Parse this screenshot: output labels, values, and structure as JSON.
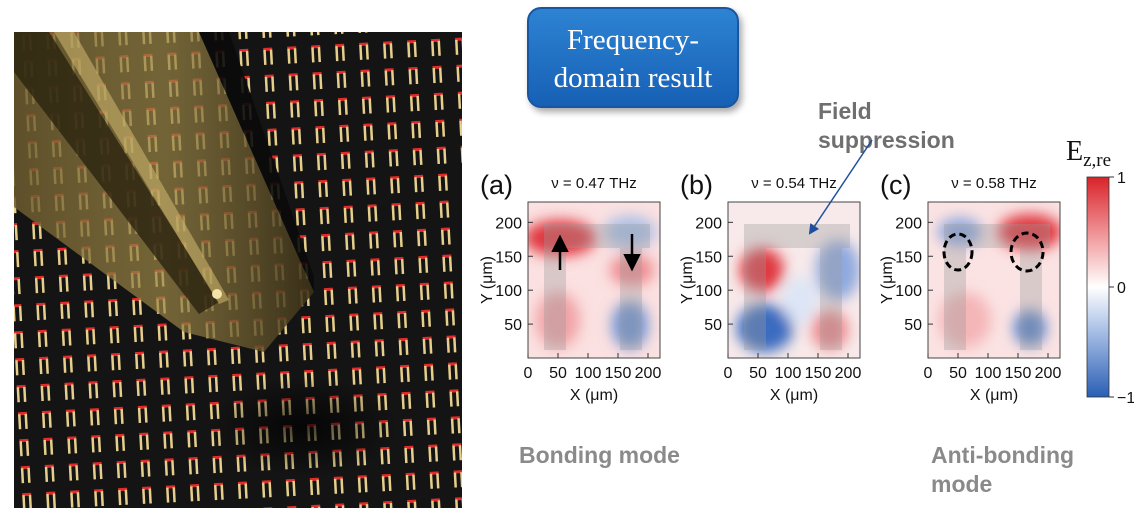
{
  "title": [
    "Frequency-",
    "domain result"
  ],
  "annotation": [
    "Field",
    "suppression"
  ],
  "mode_labels": {
    "left": "Bonding mode",
    "right": [
      "Anti-bonding",
      "mode"
    ]
  },
  "colorbar": {
    "label_main": "E",
    "label_sub": "z,re",
    "ticks": [
      {
        "value": 1,
        "label": "1"
      },
      {
        "value": 0,
        "label": "0"
      },
      {
        "value": -1,
        "label": "−1"
      }
    ]
  },
  "axes": {
    "xlabel": "X (μm)",
    "ylabel": "Y (μm)",
    "xticks": [
      0,
      50,
      100,
      150,
      200
    ],
    "yticks": [
      50,
      100,
      150,
      200
    ],
    "xlim": [
      0,
      220
    ],
    "ylim": [
      0,
      230
    ]
  },
  "panels": [
    {
      "label": "(a)",
      "freq": "ν = 0.47 THz"
    },
    {
      "label": "(b)",
      "freq": "ν = 0.54 THz"
    },
    {
      "label": "(c)",
      "freq": "ν = 0.58 THz"
    }
  ],
  "colors": {
    "positive": "#d8232a",
    "negative": "#2a5fb5",
    "title_box": "#1f6fc5"
  }
}
